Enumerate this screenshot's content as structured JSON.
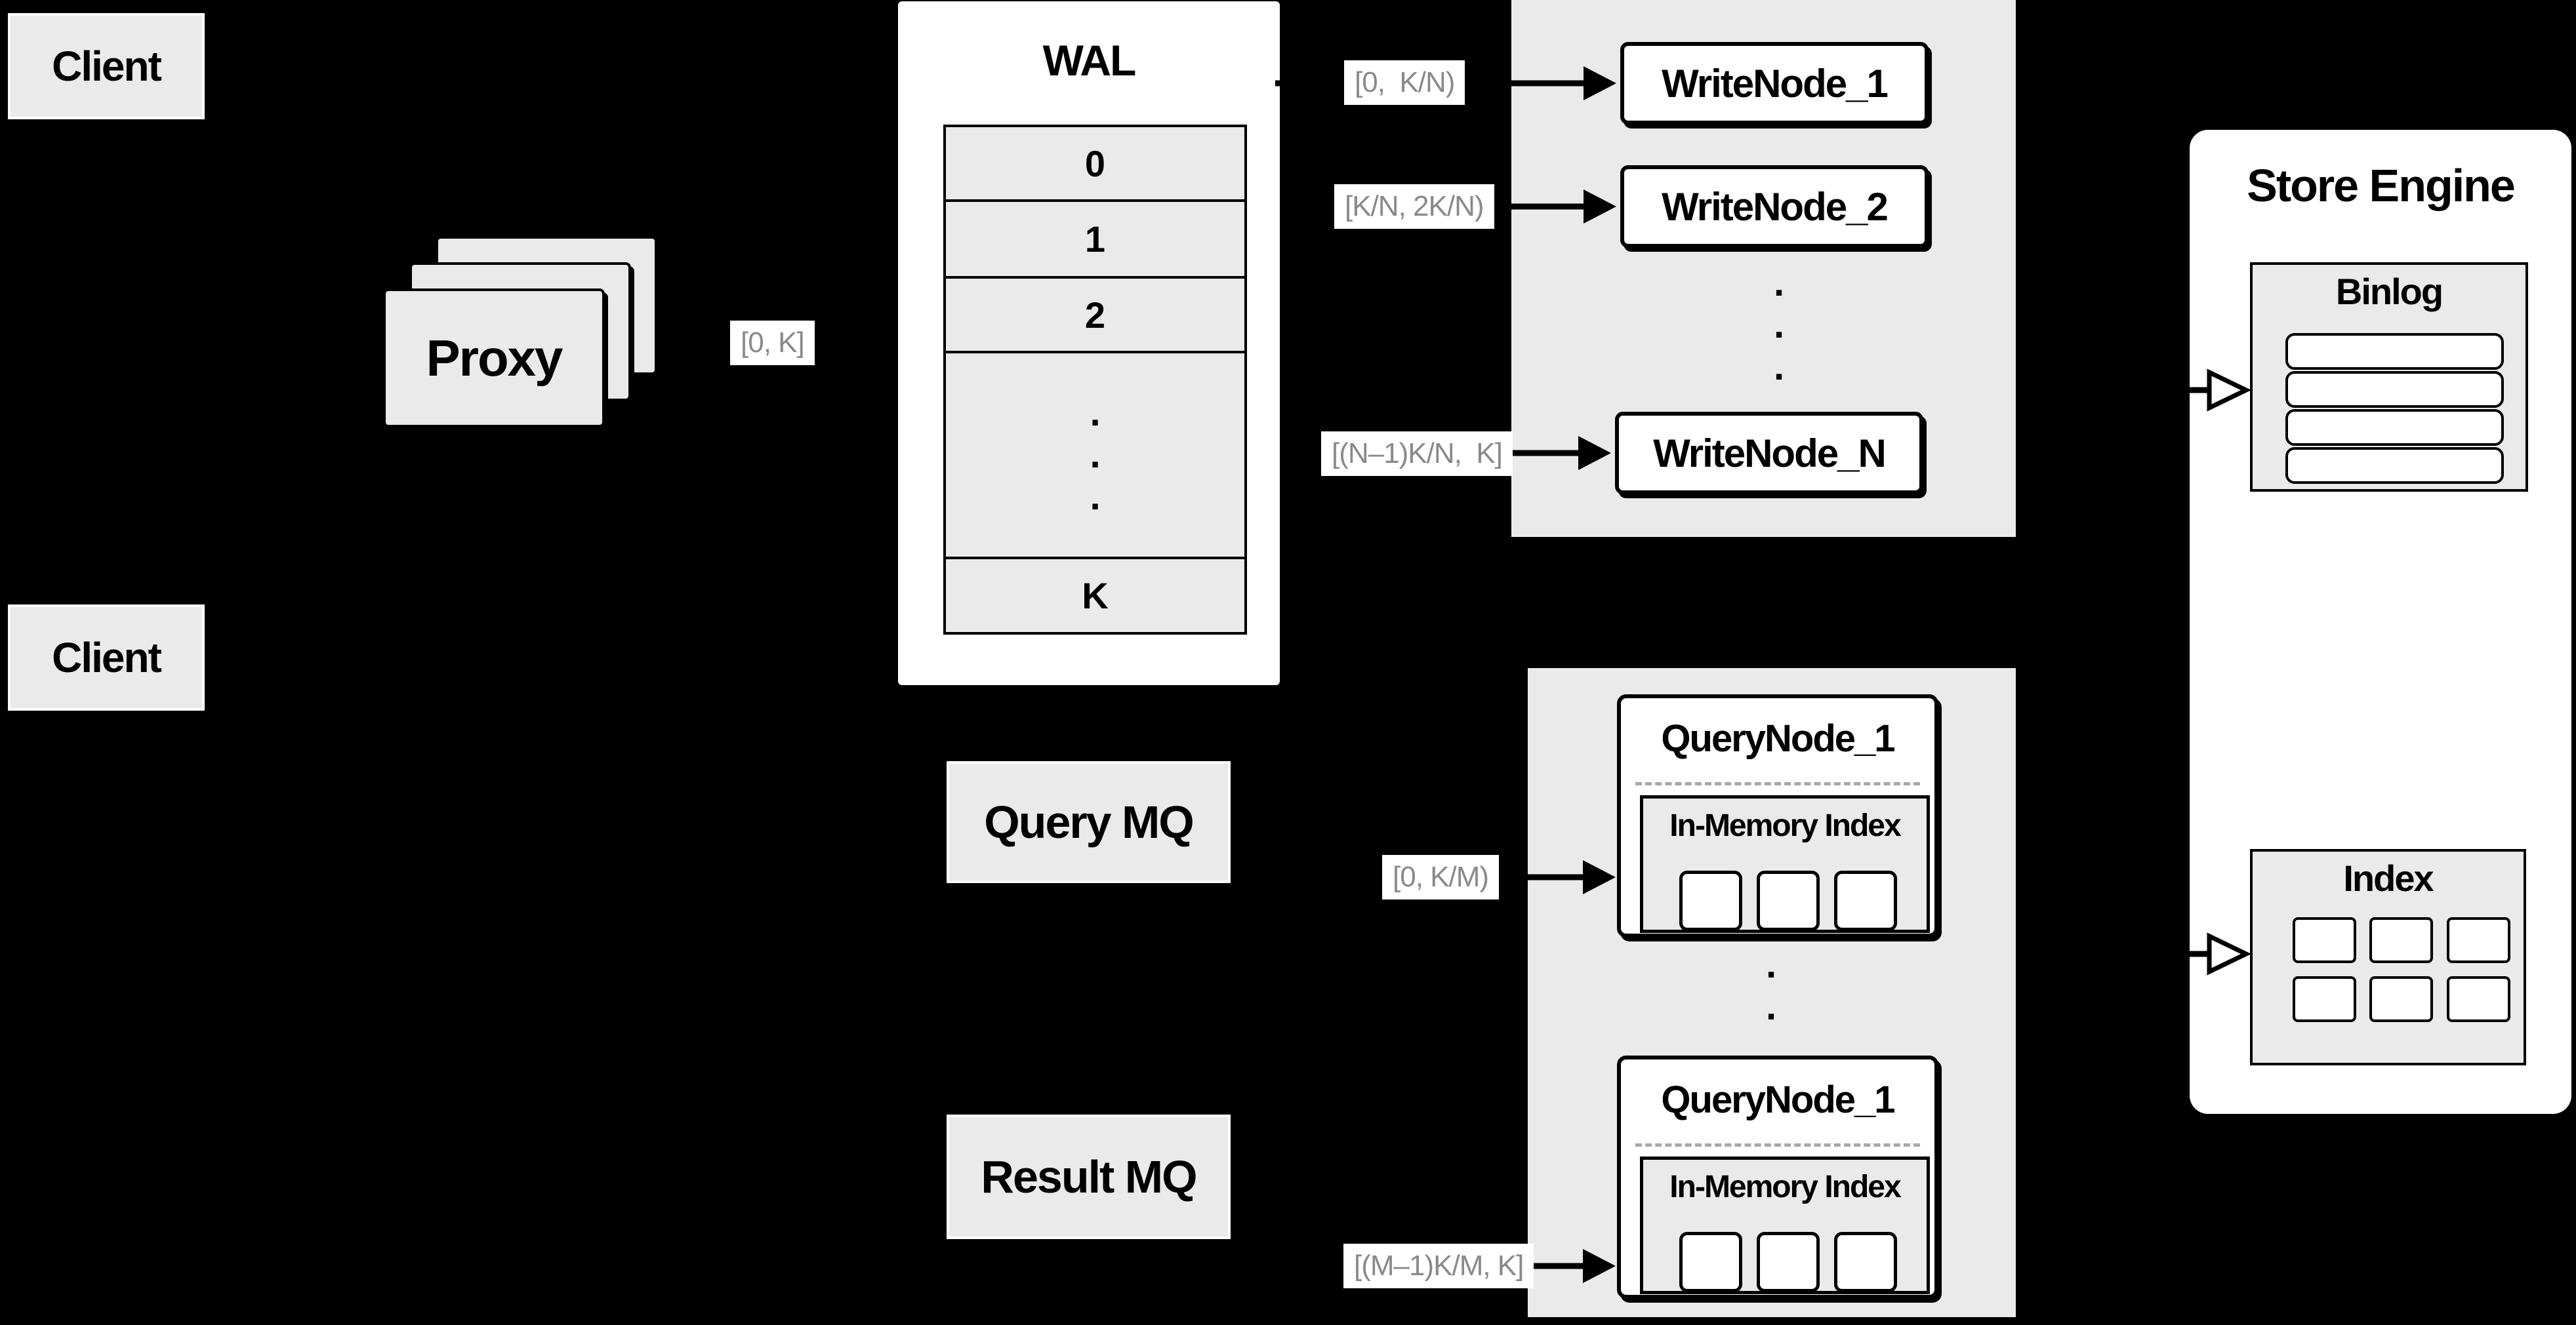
{
  "colors": {
    "background": "#000000",
    "box_gray": "#eaeaea",
    "box_white": "#ffffff",
    "border": "#000000",
    "edge_label_text": "#8a8a8a",
    "dashed_separator": "#a8a8a8"
  },
  "clients": {
    "top": "Client",
    "bottom": "Client"
  },
  "proxy": {
    "label": "Proxy"
  },
  "flow_labels": {
    "client_to_wal": "[0, K]",
    "wal_to_write1": "[0,  K/N)",
    "wal_to_write2": "[K/N, 2K/N)",
    "wal_to_writeN": "[(N–1)K/N,  K]",
    "mq_to_query1": "[0, K/M)",
    "mq_to_queryM": "[(M–1)K/M, K]"
  },
  "wal": {
    "title": "WAL",
    "rows": [
      "0",
      "1",
      "2"
    ],
    "dots": ".\n.\n.",
    "last_row": "K"
  },
  "write_nodes": {
    "node_1": "WriteNode_1",
    "node_2": "WriteNode_2",
    "node_n": "WriteNode_N",
    "dots": ".\n.\n."
  },
  "store_engine": {
    "title": "Store Engine",
    "binlog": {
      "title": "Binlog"
    },
    "index": {
      "title": "Index"
    }
  },
  "mq": {
    "query": "Query MQ",
    "result": "Result MQ"
  },
  "query_nodes": {
    "dots": ".\n.\n.",
    "nodes": [
      {
        "title": "QueryNode_1",
        "inmem_title": "In-Memory Index"
      },
      {
        "title": "QueryNode_1",
        "inmem_title": "In-Memory Index"
      }
    ]
  }
}
